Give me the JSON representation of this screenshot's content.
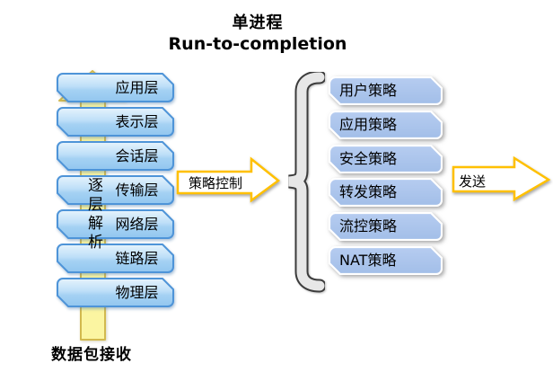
{
  "title": {
    "line1": "单进程",
    "line2": "Run-to-completion"
  },
  "osi_stack": {
    "layers": [
      "应用层",
      "表示层",
      "会话层",
      "传输层",
      "网络层",
      "链路层",
      "物理层"
    ]
  },
  "up_arrow": {
    "label": "逐层解析"
  },
  "receive_label": "数据包接收",
  "policy_control_arrow": {
    "label": "策略控制"
  },
  "policy_stack": {
    "items": [
      "用户策略",
      "应用策略",
      "安全策略",
      "转发策略",
      "流控策略",
      "NAT策略"
    ]
  },
  "send_arrow": {
    "label": "发送"
  },
  "colors": {
    "layer_box_border": "#4E94D8",
    "layer_box_fill_top": "#E4F2FC",
    "layer_box_fill_bottom": "#94C7EF",
    "policy_box_fill": "#A9C3EA",
    "policy_box_border": "#FFFFFF",
    "up_arrow_fill": "#FBF5A1",
    "up_arrow_border": "#D2B94E",
    "flow_arrow_fill": "#FFFFFF",
    "flow_arrow_border": "#FFC000",
    "brace_fill": "#E7E7E7",
    "brace_outline": "#3C3C3C",
    "text": "#000000"
  }
}
